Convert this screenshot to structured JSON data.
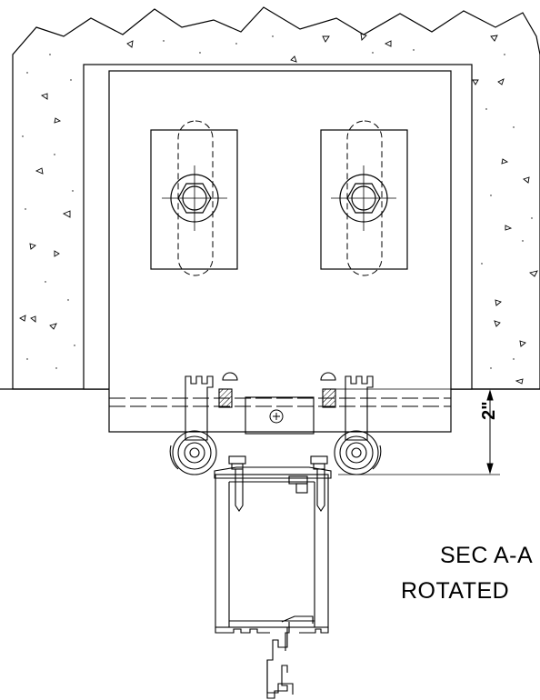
{
  "drawing": {
    "dimension_label": "2\"",
    "section_title": "SEC A-A",
    "section_subtitle": "ROTATED"
  }
}
